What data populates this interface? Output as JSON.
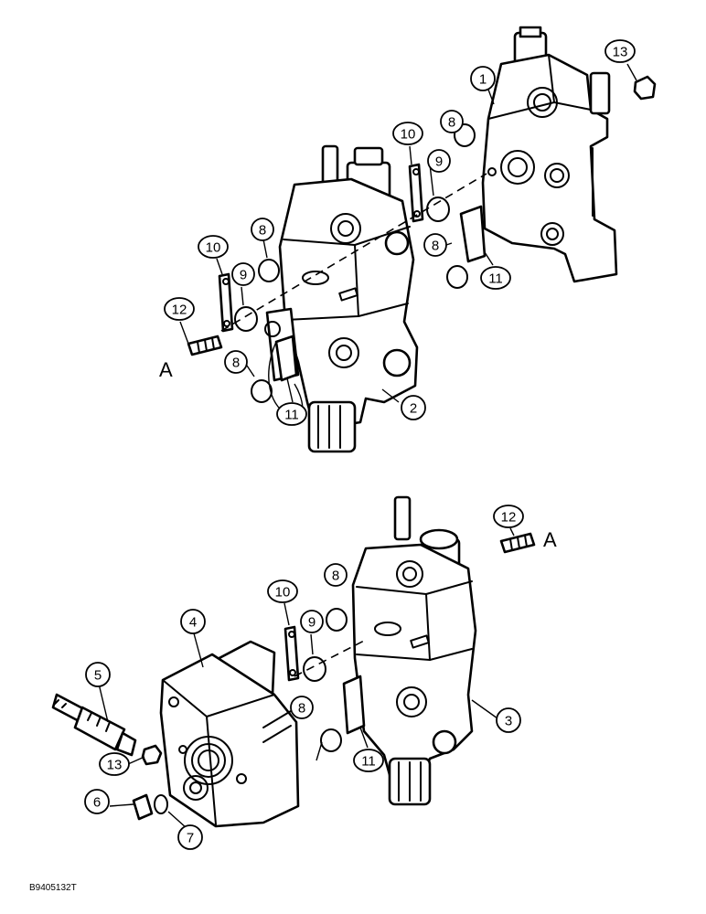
{
  "callouts": {
    "c1": "1",
    "c2": "2",
    "c3": "3",
    "c4": "4",
    "c5": "5",
    "c6": "6",
    "c7": "7",
    "c8a": "8",
    "c8b": "8",
    "c8c": "8",
    "c8d": "8",
    "c8e": "8",
    "c9a": "9",
    "c9b": "9",
    "c9c": "9",
    "c10a": "10",
    "c10b": "10",
    "c10c": "10",
    "c11a": "11",
    "c11b": "11",
    "c11c": "11",
    "c12a": "12",
    "c12b": "12",
    "c13a": "13",
    "c13b": "13"
  },
  "connection_top": "A",
  "connection_bottom": "A",
  "figure_code": "B9405132T"
}
